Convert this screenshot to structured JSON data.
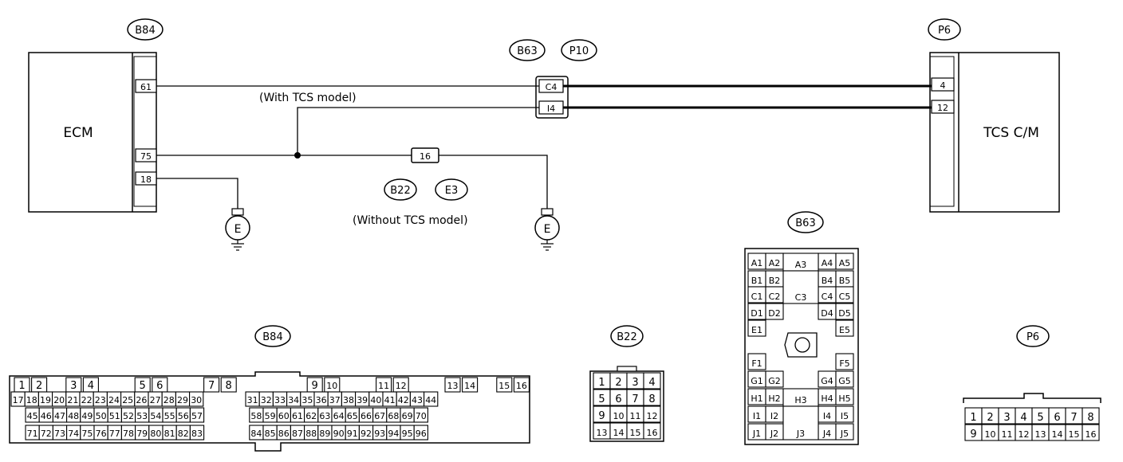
{
  "top": {
    "b84_tag": "B84",
    "b63_tag": "B63",
    "p10_tag": "P10",
    "p6_tag": "P6",
    "b22_tag": "B22",
    "e3_tag": "E3",
    "ecm_label": "ECM",
    "tcs_label": "TCS C/M",
    "with_tcs": "(With TCS model)",
    "without_tcs": "(Without TCS model)",
    "ground_label": "E",
    "pins": {
      "ecm_61": "61",
      "ecm_75": "75",
      "ecm_18": "18",
      "joint_c4": "C4",
      "joint_i4": "I4",
      "b22_16": "16",
      "tcs_4": "4",
      "tcs_12": "12"
    }
  },
  "b84_connector": {
    "tag": "B84",
    "rows": [
      [
        [
          "1",
          "2",
          "",
          "3",
          "4",
          "",
          "",
          "5",
          "6",
          "",
          "",
          "7",
          "8",
          "",
          "",
          "",
          "",
          "9",
          "10",
          "",
          "",
          "11",
          "12",
          "",
          "",
          "13",
          "14",
          "",
          "15",
          "16"
        ]
      ],
      [
        [
          "17",
          "18",
          "19",
          "20",
          "21",
          "22",
          "23",
          "24",
          "25",
          "26",
          "27",
          "28",
          "29",
          "30",
          "",
          "31",
          "32",
          "33",
          "34",
          "35",
          "36",
          "37",
          "38",
          "39",
          "40",
          "41",
          "42",
          "43",
          "44"
        ]
      ],
      [
        [
          "45",
          "46",
          "47",
          "48",
          "49",
          "50",
          "51",
          "52",
          "53",
          "54",
          "55",
          "56",
          "57",
          "",
          "58",
          "59",
          "60",
          "61",
          "62",
          "63",
          "64",
          "65",
          "66",
          "67",
          "68",
          "69",
          "70"
        ]
      ],
      [
        [
          "71",
          "72",
          "73",
          "74",
          "75",
          "76",
          "77",
          "78",
          "79",
          "80",
          "81",
          "82",
          "83",
          "",
          "84",
          "85",
          "86",
          "87",
          "88",
          "89",
          "90",
          "91",
          "92",
          "93",
          "94",
          "95",
          "96"
        ]
      ]
    ]
  },
  "b22_connector": {
    "tag": "B22",
    "rows": [
      [
        "1",
        "2",
        "3",
        "4"
      ],
      [
        "5",
        "6",
        "7",
        "8"
      ],
      [
        "9",
        "10",
        "11",
        "12"
      ],
      [
        "13",
        "14",
        "15",
        "16"
      ]
    ]
  },
  "b63_connector": {
    "tag": "B63",
    "left_pairs": [
      [
        "A1",
        "A2"
      ],
      [
        "B1",
        "B2"
      ],
      [
        "C1",
        "C2"
      ],
      [
        "D1",
        "D2"
      ],
      [
        "E1"
      ],
      [
        "F1"
      ],
      [
        "G1",
        "G2"
      ],
      [
        "H1",
        "H2"
      ],
      [
        "I1",
        "I2"
      ],
      [
        "J1",
        "J2"
      ]
    ],
    "right_pairs": [
      [
        "A4",
        "A5"
      ],
      [
        "B4",
        "B5"
      ],
      [
        "C4",
        "C5"
      ],
      [
        "D4",
        "D5"
      ],
      [
        "E5"
      ],
      [
        "F5"
      ],
      [
        "G4",
        "G5"
      ],
      [
        "H4",
        "H5"
      ],
      [
        "I4",
        "I5"
      ],
      [
        "J4",
        "J5"
      ]
    ],
    "center": [
      "A3",
      "C3",
      "H3",
      "J3"
    ]
  },
  "p6_connector": {
    "tag": "P6",
    "rows": [
      [
        "1",
        "2",
        "3",
        "4",
        "5",
        "6",
        "7",
        "8"
      ],
      [
        "9",
        "10",
        "11",
        "12",
        "13",
        "14",
        "15",
        "16"
      ]
    ]
  }
}
